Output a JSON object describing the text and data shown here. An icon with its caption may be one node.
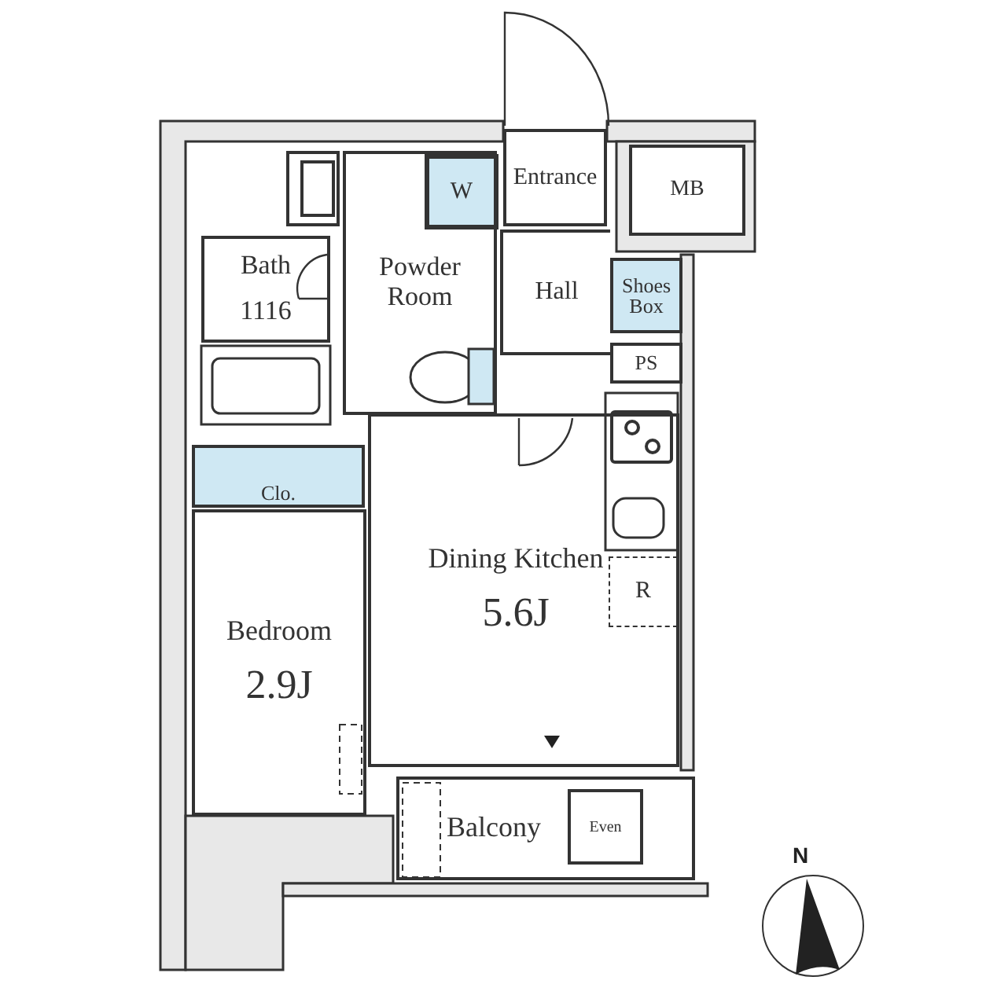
{
  "diagram": {
    "nodes": [
      {
        "text": [
          "Entrance"
        ]
      },
      {
        "text": [
          "MB"
        ]
      },
      {
        "text": [
          "Powder Room"
        ]
      },
      {
        "text": [
          "W"
        ],
        "in": 2
      },
      {
        "text": [
          "Bath",
          "1116"
        ]
      },
      {
        "text": [
          "Hall"
        ]
      },
      {
        "text": [
          "Shoes Box"
        ]
      },
      {
        "text": [
          "PS"
        ]
      },
      {
        "text": [
          "Clo."
        ]
      },
      {
        "text": [
          "Dining Kitchen",
          "5.6J"
        ]
      },
      {
        "text": [
          "R"
        ],
        "in": 9
      },
      {
        "text": [
          "Bedroom",
          "2.9J"
        ]
      },
      {
        "text": [
          "Balcony"
        ]
      },
      {
        "text": [
          "Even"
        ],
        "in": 12
      }
    ],
    "labels": [
      "N"
    ]
  }
}
